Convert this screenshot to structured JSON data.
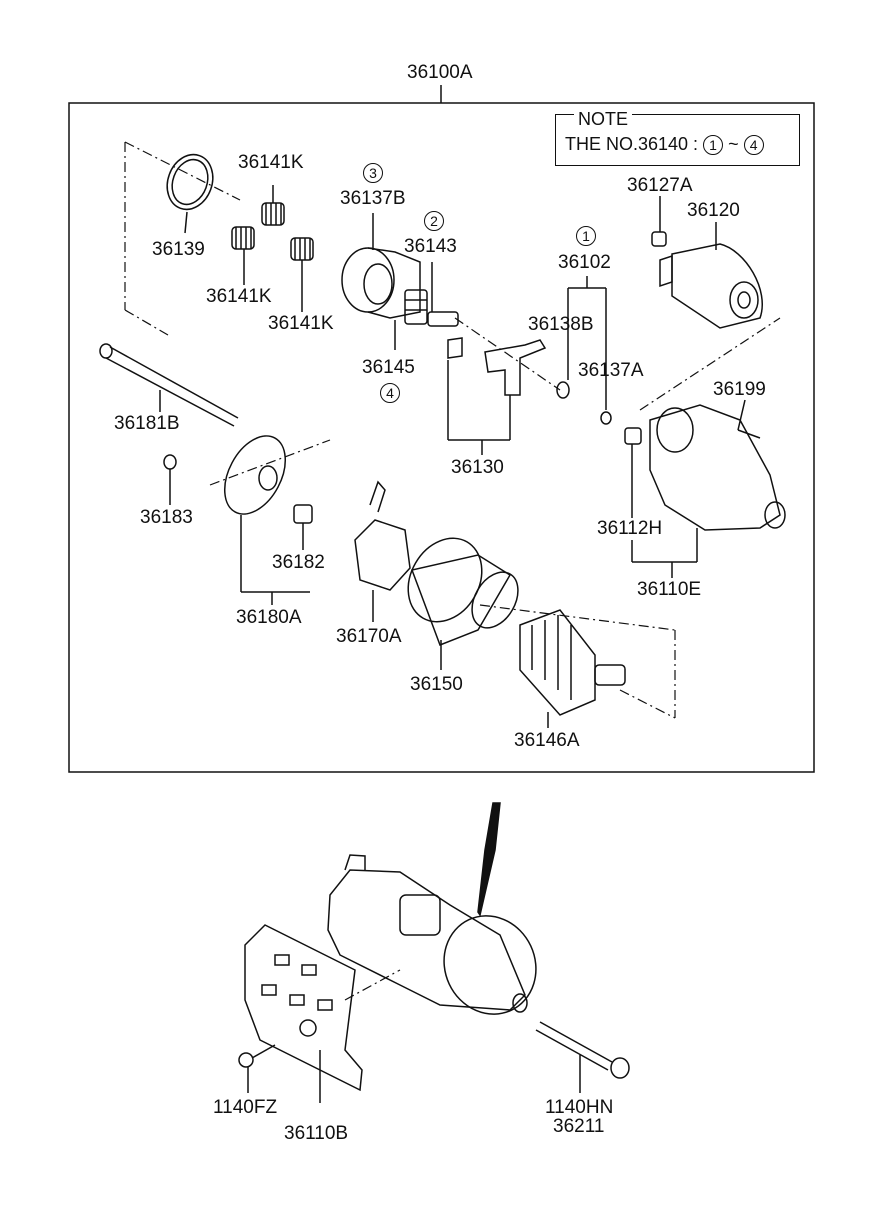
{
  "assembly_label": "36100A",
  "note": {
    "title": "NOTE",
    "text_prefix": "THE NO.36140 :",
    "range_start": "1",
    "range_sep": "~",
    "range_end": "4"
  },
  "callouts": {
    "c3": "3",
    "c2": "2",
    "c1": "1",
    "c4": "4"
  },
  "parts": {
    "p36141K_a": "36141K",
    "p36141K_b": "36141K",
    "p36141K_c": "36141K",
    "p36139": "36139",
    "p36137B": "36137B",
    "p36143": "36143",
    "p36145": "36145",
    "p36102": "36102",
    "p36138B": "36138B",
    "p36137A": "36137A",
    "p36127A": "36127A",
    "p36120": "36120",
    "p36199": "36199",
    "p36130": "36130",
    "p36181B": "36181B",
    "p36183": "36183",
    "p36182": "36182",
    "p36180A": "36180A",
    "p36170A": "36170A",
    "p36150": "36150",
    "p36146A": "36146A",
    "p36112H": "36112H",
    "p36110E": "36110E",
    "p1140FZ": "1140FZ",
    "p36110B": "36110B",
    "p1140HN": "1140HN",
    "p36211": "36211"
  }
}
